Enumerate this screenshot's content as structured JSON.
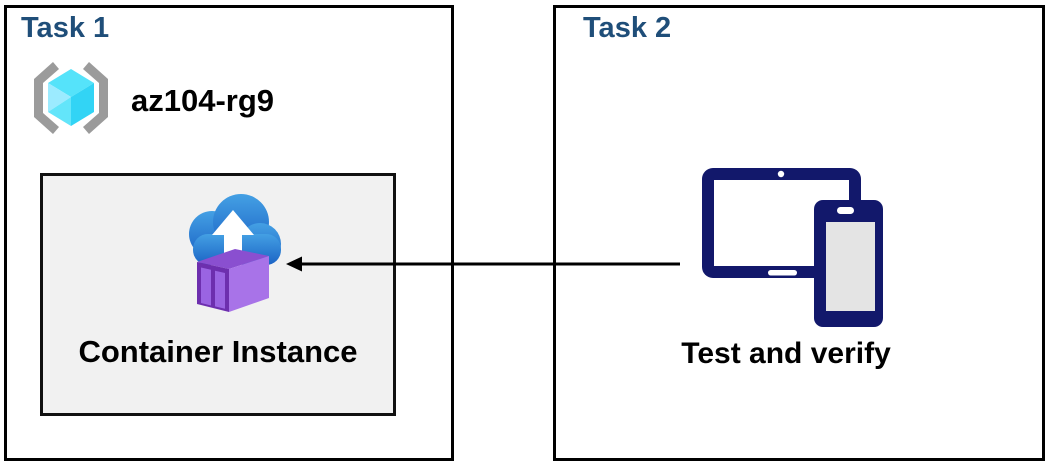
{
  "diagram": {
    "task1": {
      "title": "Task 1",
      "resource_group_name": "az104-rg9",
      "container_label": "Container Instance"
    },
    "task2": {
      "title": "Task 2",
      "device_label": "Test and verify"
    },
    "connector": {
      "type": "arrow",
      "direction": "right-to-left",
      "from": "devices-icon",
      "to": "container-instance-icon"
    },
    "icons": [
      {
        "name": "resource-group-icon",
        "meaning": "Azure resource group (brackets around cyan cube)"
      },
      {
        "name": "container-instance-icon",
        "meaning": "Azure Container Instances (cloud with up arrow and purple container)"
      },
      {
        "name": "devices-icon",
        "meaning": "Tablet and phone devices"
      }
    ],
    "colors": {
      "heading_blue": "#1f4e79",
      "box_border": "#000000",
      "inner_box_bg": "#f1f1f1",
      "device_navy": "#12186b",
      "cloud_blue_top": "#44a0e4",
      "cloud_blue_bottom": "#1b63c5",
      "container_purple_side": "#a873e8",
      "container_purple_front": "#6d2fae",
      "cube_cyan": "#50e6ff",
      "cube_cyan_light": "#9cebff",
      "cube_cyan_dark": "#32d4f5",
      "bracket_gray": "#9b9b9b",
      "phone_screen_gray": "#e4e4e4"
    }
  }
}
